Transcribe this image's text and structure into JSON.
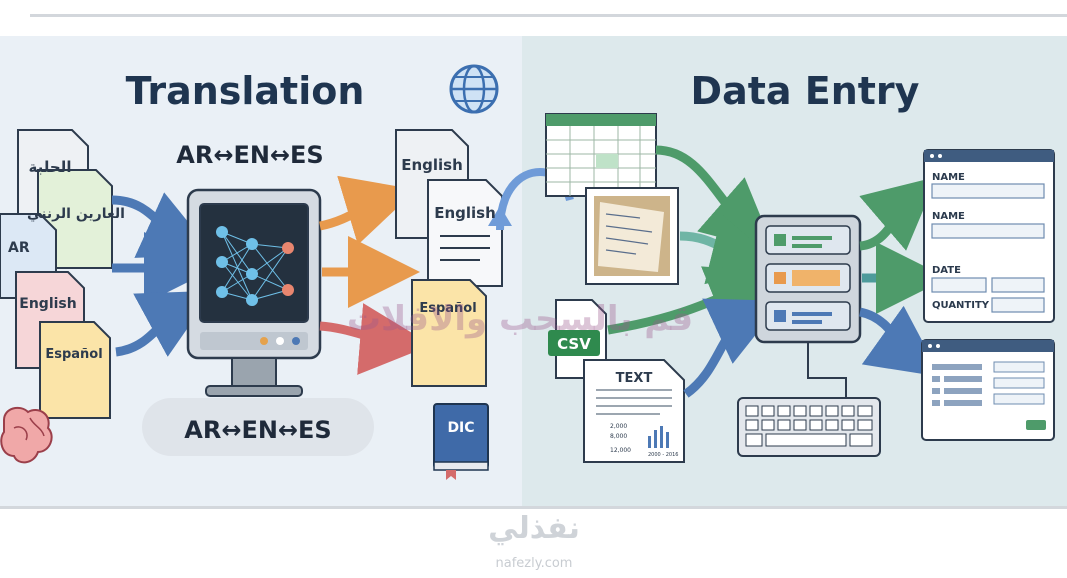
{
  "translation": {
    "title": "Translation",
    "lang_pair_top": "AR↔EN↔ES",
    "lang_pair_bottom": "AR↔EN↔ES",
    "input_docs": [
      "الحلبة",
      "العارين الرنني",
      "AR",
      "English",
      "Español"
    ],
    "output_docs": [
      "English",
      "English",
      "Español"
    ],
    "dictionary_label": "DIC"
  },
  "data_entry": {
    "title": "Data Entry",
    "csv_label": "CSV",
    "text_label": "TEXT",
    "text_doc_numbers": [
      "2,000",
      "8,000",
      "12,000",
      "2000 - 2016"
    ],
    "form1_fields": [
      "NAME",
      "NAME",
      "DATE",
      "QUANTITY"
    ]
  },
  "overlay": {
    "watermark_text": "قم بالسحب والافلات",
    "logo_arabic": "نفذلي",
    "logo_url": "nafezly.com"
  },
  "colors": {
    "left_panel_bg": "#eaf0f6",
    "right_panel_bg": "#dde9ec",
    "title_color": "#1f3550",
    "arrow_blue": "#4d79b5",
    "arrow_orange": "#e89a4d",
    "arrow_green": "#4e9b6a",
    "arrow_red": "#d46b6b"
  }
}
